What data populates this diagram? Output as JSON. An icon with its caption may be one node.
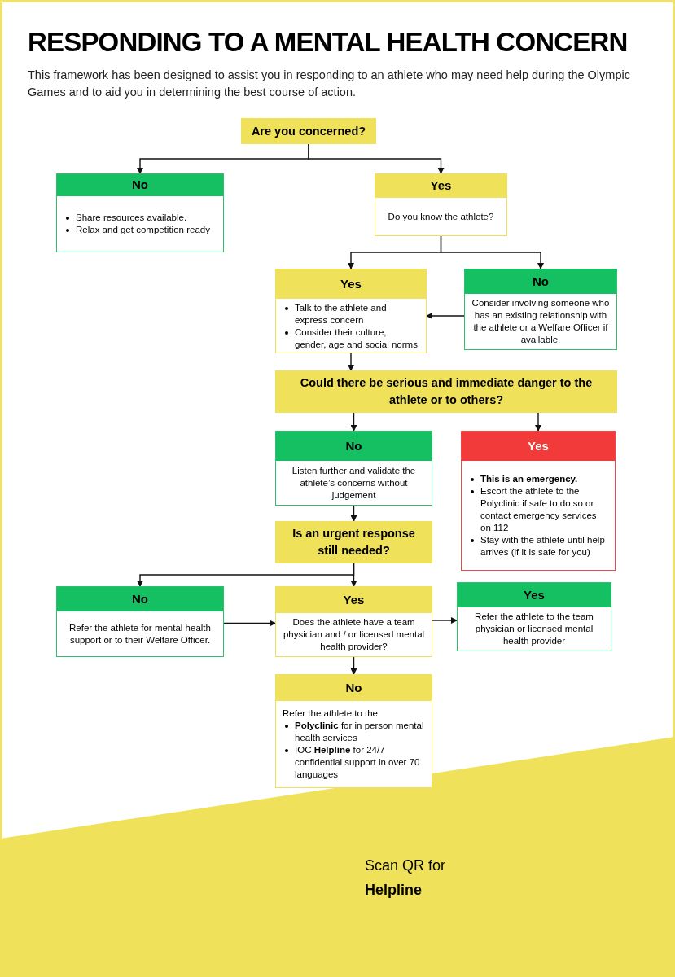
{
  "diagram": {
    "title": "RESPONDING TO A MENTAL HEALTH CONCERN",
    "nodes": [
      {
        "text": [
          "Are you concerned?"
        ]
      },
      {
        "text": [
          "No",
          "Share resources available.",
          "Relax and get competition ready"
        ]
      },
      {
        "text": [
          "Yes",
          "Do you know the athlete?"
        ]
      },
      {
        "text": [
          "Yes",
          "Talk to the athlete and express concern",
          "Consider their culture, gender, age and social norms"
        ]
      },
      {
        "text": [
          "No",
          "Consider involving someone who has an existing relationship with the athlete or a Welfare Officer if available."
        ]
      },
      {
        "text": [
          "Could there be serious and immediate danger to the athlete or to others?"
        ]
      },
      {
        "text": [
          "No",
          "Listen further and validate the athlete’s concerns without judgement"
        ]
      },
      {
        "text": [
          "Yes",
          "**This is an emergency.**",
          "Escort the athlete to the Polyclinic if safe to do so or contact emergency services on 112",
          "Stay with the athlete until help arrives (if it is safe for you)"
        ]
      },
      {
        "text": [
          "Is an urgent response still needed?"
        ]
      },
      {
        "text": [
          "No",
          "Refer the athlete for mental health support or to their Welfare Officer."
        ]
      },
      {
        "text": [
          "Yes",
          "Does the athlete have a team physician and / or licensed mental health provider?"
        ]
      },
      {
        "text": [
          "Yes",
          "Refer the athlete to the team physician or licensed mental health provider"
        ]
      },
      {
        "text": [
          "No",
          "Refer the athlete to the",
          "**Polyclinic** for in person mental health services",
          "IOC **Helpline** for 24/7 confidential support in over 70 languages"
        ]
      }
    ],
    "edges": [
      {
        "from": 0,
        "to": 1,
        "arrow": "to"
      },
      {
        "from": 0,
        "to": 2,
        "arrow": "to"
      },
      {
        "from": 2,
        "to": 3,
        "arrow": "to"
      },
      {
        "from": 2,
        "to": 4,
        "arrow": "to"
      },
      {
        "from": 4,
        "to": 3,
        "arrow": "to"
      },
      {
        "from": 3,
        "to": 5,
        "arrow": "to"
      },
      {
        "from": 5,
        "to": 6,
        "arrow": "to"
      },
      {
        "from": 5,
        "to": 7,
        "arrow": "to"
      },
      {
        "from": 6,
        "to": 8,
        "arrow": "to"
      },
      {
        "from": 8,
        "to": 9,
        "arrow": "to"
      },
      {
        "from": 8,
        "to": 10,
        "arrow": "to"
      },
      {
        "from": 9,
        "to": 10,
        "arrow": "to"
      },
      {
        "from": 10,
        "to": 11,
        "arrow": "to"
      },
      {
        "from": 10,
        "to": 12,
        "arrow": "to"
      }
    ],
    "labels": [
      "This framework has been designed to assist you in responding to an athlete who may need help during the Olympic Games and to aid you in determining the best course of action.",
      "Scan QR for",
      "Helpline"
    ]
  }
}
